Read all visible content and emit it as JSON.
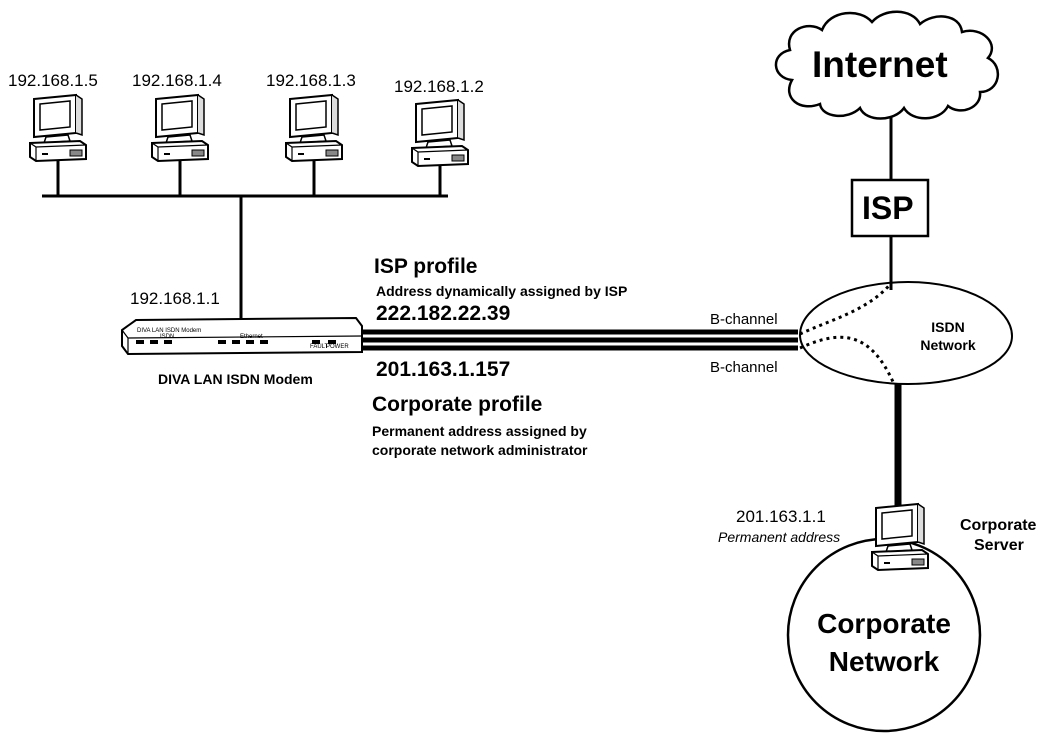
{
  "lan": {
    "pcs": [
      {
        "ip": "192.168.1.5"
      },
      {
        "ip": "192.168.1.4"
      },
      {
        "ip": "192.168.1.3"
      },
      {
        "ip": "192.168.1.2"
      }
    ],
    "modem_ip": "192.168.1.1",
    "modem_name": "DIVA LAN ISDN Modem",
    "modem_faceplate": {
      "title": "DIVA LAN ISDN Modem",
      "isdn_label": "ISDN",
      "ethernet_label": "Ethernet",
      "fault_label": "FAULT",
      "power_label": "POWER"
    }
  },
  "isp_profile": {
    "title": "ISP profile",
    "description": "Address dynamically assigned by ISP",
    "address": "222.182.22.39"
  },
  "corporate_profile": {
    "address": "201.163.1.157",
    "title": "Corporate profile",
    "description_line1": "Permanent address  assigned by",
    "description_line2": "corporate network administrator"
  },
  "channels": {
    "upper": "B-channel",
    "lower": "B-channel"
  },
  "internet": {
    "label": "Internet"
  },
  "isp_box": {
    "label": "ISP"
  },
  "isdn_network": {
    "line1": "ISDN",
    "line2": "Network"
  },
  "corporate_server": {
    "ip": "201.163.1.1",
    "note": "Permanent address",
    "line1": "Corporate",
    "line2": "Server"
  },
  "corporate_network": {
    "line1": "Corporate",
    "line2": "Network"
  },
  "colors": {
    "stroke": "#000000",
    "background": "#ffffff",
    "screen": "#ffffff"
  }
}
